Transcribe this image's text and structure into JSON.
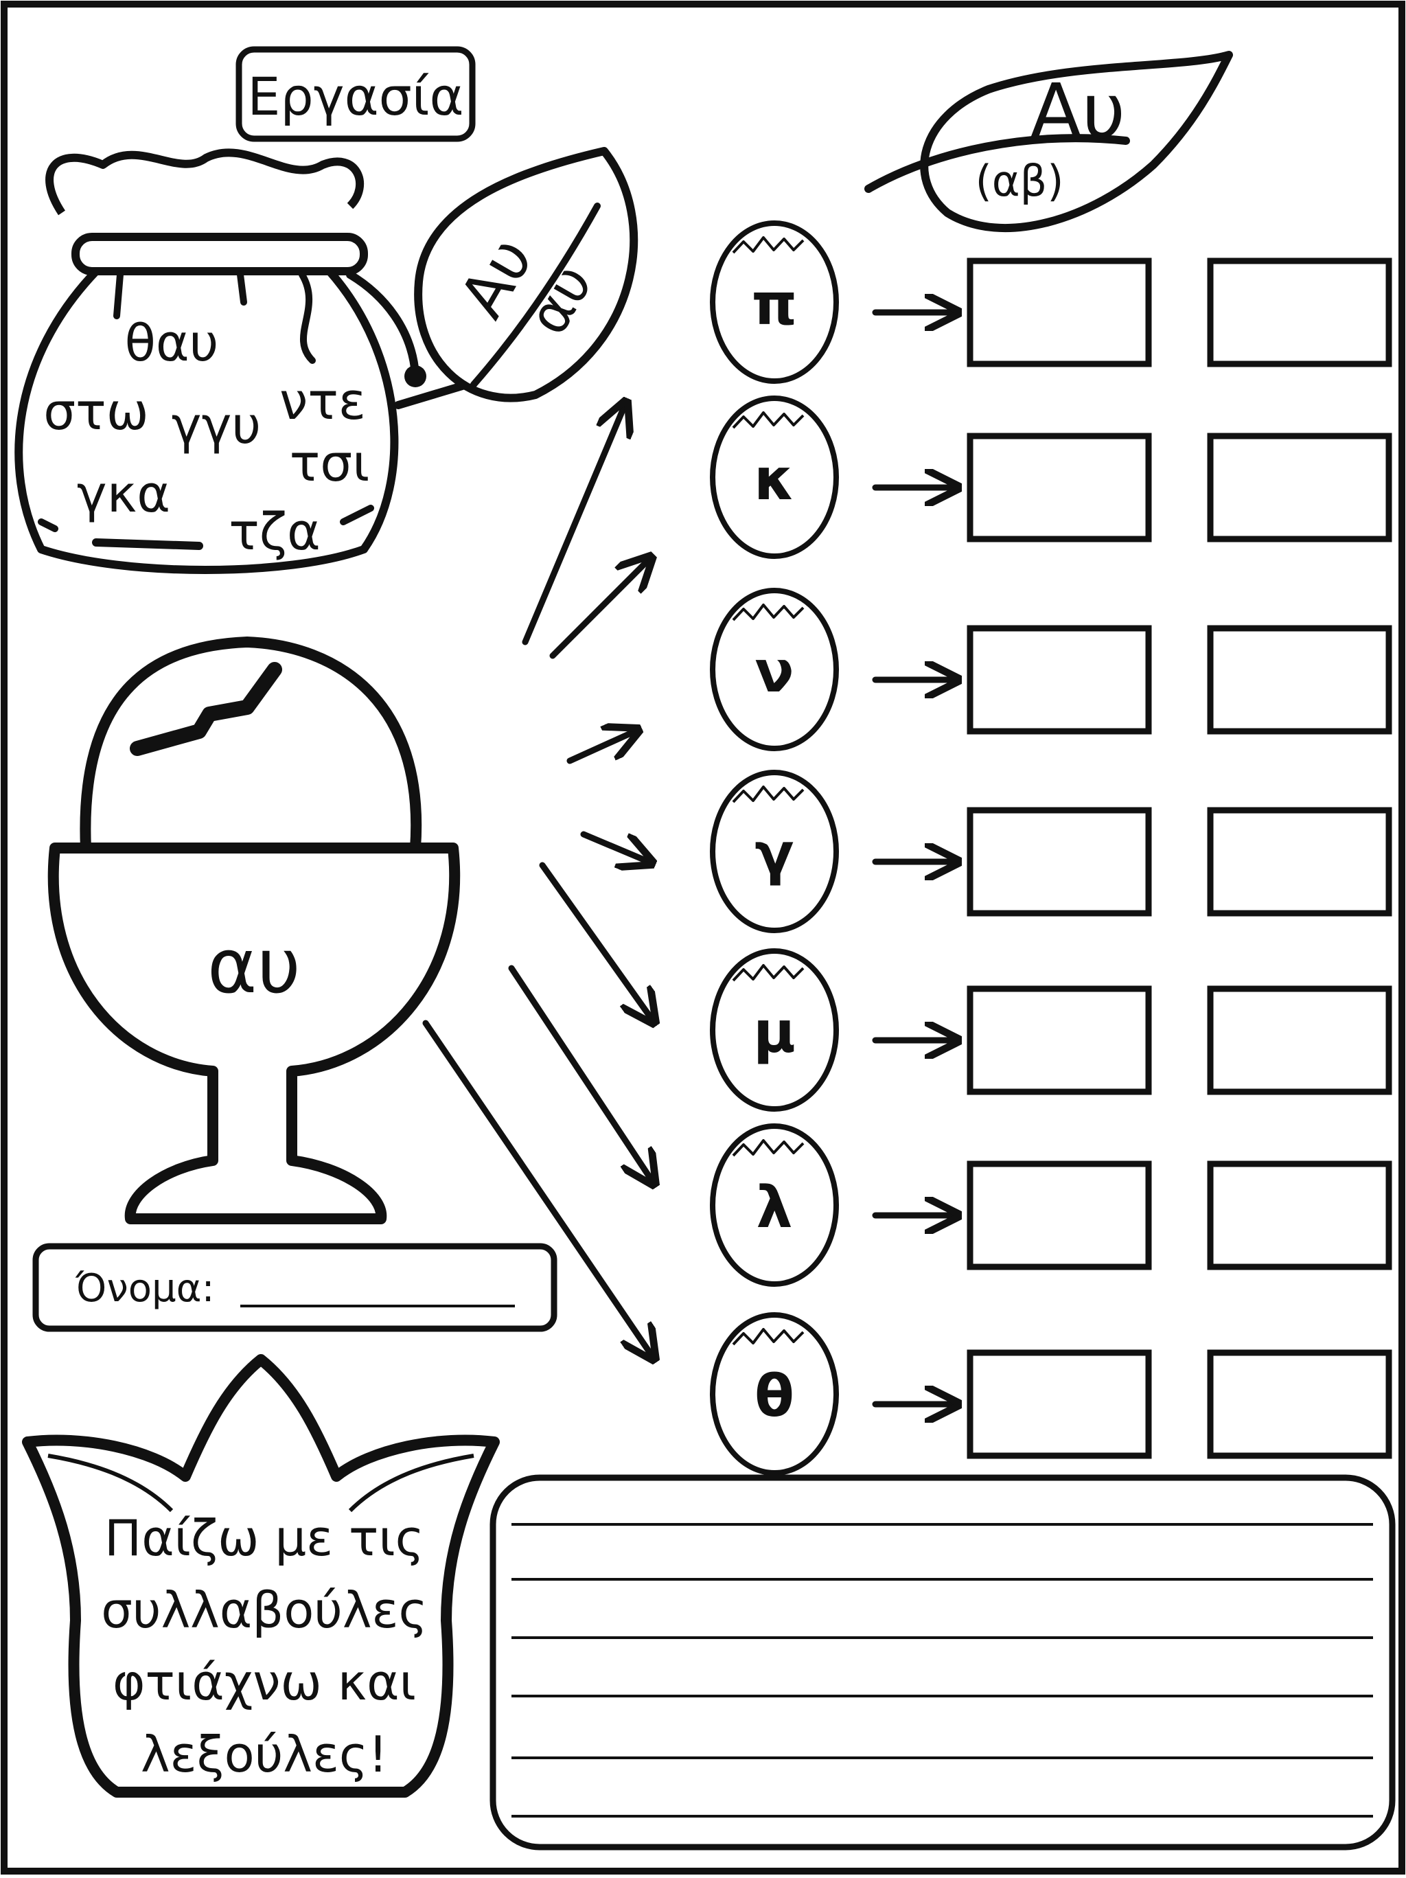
{
  "task_label": "Εργασία",
  "top_leaf": {
    "main": "Αυ",
    "sub": "(αβ)"
  },
  "pouch_leaf": {
    "upper": "Αυ",
    "lower": "αυ"
  },
  "pouch_syllables": [
    "θαυ",
    "στω",
    "γγυ",
    "ντε",
    "τσι",
    "γκα",
    "τζα"
  ],
  "cup_label": "αυ",
  "name_label": "Όνομα:",
  "letters": [
    "π",
    "κ",
    "ν",
    "γ",
    "μ",
    "λ",
    "θ"
  ],
  "tulip_lines": [
    "Παίζω με τις",
    "συλλαβούλες",
    "φτιάχνω και",
    "λεξούλες!"
  ],
  "colors": {
    "ink": "#111111",
    "paper": "#ffffff"
  }
}
